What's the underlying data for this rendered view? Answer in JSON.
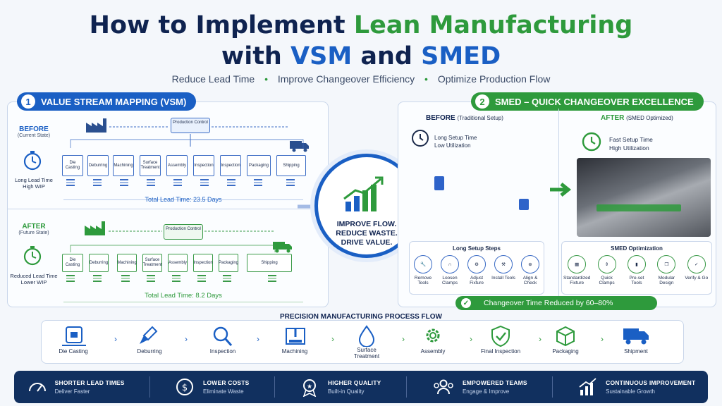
{
  "header": {
    "title_line1_part1": "How to Implement",
    "title_line1_part2": "Lean Manufacturing",
    "title_line2_part1": "with",
    "title_line2_part2": "VSM",
    "title_line2_part3": "and",
    "title_line2_part4": "SMED",
    "subtitle_items": [
      "Reduce Lead Time",
      "Improve Changeover Efficiency",
      "Optimize Production Flow"
    ],
    "subtitle_separator": "•"
  },
  "vsm": {
    "number": "1",
    "heading": "VALUE STREAM MAPPING (VSM)",
    "control_label": "Production Control",
    "before": {
      "label": "BEFORE",
      "sub": "(Current State)",
      "metric_line1": "Long Lead Time",
      "metric_line2": "High WIP",
      "processes": [
        "Die Casting",
        "Deburring",
        "Machining",
        "Surface Treatment",
        "Assembly",
        "Inspection",
        "Inspection",
        "Packaging",
        "Shipping"
      ],
      "total": "Total Lead Time: 23.5 Days"
    },
    "after": {
      "label": "AFTER",
      "sub": "(Future State)",
      "metric_line1": "Reduced Lead Time",
      "metric_line2": "Lower WIP",
      "processes": [
        "Die Casting",
        "Deburring",
        "Machining",
        "Surface Treatment",
        "Assembly",
        "Inspection",
        "Packaging",
        "Shipping"
      ],
      "total": "Total Lead Time: 8.2 Days"
    }
  },
  "center": {
    "line1": "IMPROVE FLOW.",
    "line2": "REDUCE WASTE.",
    "line3": "DRIVE VALUE."
  },
  "smed": {
    "number": "2",
    "heading": "SMED – QUICK CHANGEOVER EXCELLENCE",
    "before": {
      "label": "BEFORE",
      "sub": "(Traditional Setup)",
      "metric_line1": "Long Setup Time",
      "metric_line2": "Low Utilization",
      "steps_title": "Long Setup Steps",
      "steps": [
        "Remove Tools",
        "Loosen Clamps",
        "Adjust Fixture",
        "Install Tools",
        "Align & Check"
      ],
      "step_icons": [
        "wrench-icon",
        "clamp-icon",
        "fixture-icon",
        "tool-icon",
        "target-icon"
      ]
    },
    "after": {
      "label": "AFTER",
      "sub": "(SMED Optimized)",
      "metric_line1": "Fast Setup Time",
      "metric_line2": "High Utilization",
      "steps_title": "SMED Optimization",
      "steps": [
        "Standardized Fixture",
        "Quick Clamps",
        "Pre-set Tools",
        "Modular Design",
        "Verify & Go"
      ],
      "step_icons": [
        "grid-icon",
        "quick-clamp-icon",
        "preset-tool-icon",
        "cubes-icon",
        "check-circle-icon"
      ]
    },
    "result": "Changeover Time Reduced by 60–80%"
  },
  "flow": {
    "title": "PRECISION MANUFACTURING PROCESS FLOW",
    "items": [
      "Die Casting",
      "Deburring",
      "Inspection",
      "Machining",
      "Surface Treatment",
      "Assembly",
      "Final Inspection",
      "Packaging",
      "Shipment"
    ],
    "icons": [
      "die-casting-icon",
      "brush-icon",
      "magnifier-icon",
      "cnc-machine-icon",
      "droplet-icon",
      "gear-icon",
      "shield-check-icon",
      "box-icon",
      "truck-icon"
    ]
  },
  "benefits": [
    {
      "title": "SHORTER LEAD TIMES",
      "sub": "Deliver Faster",
      "icon": "speedometer-icon"
    },
    {
      "title": "LOWER COSTS",
      "sub": "Eliminate Waste",
      "icon": "dollar-icon"
    },
    {
      "title": "HIGHER QUALITY",
      "sub": "Built-in Quality",
      "icon": "medal-icon"
    },
    {
      "title": "EMPOWERED TEAMS",
      "sub": "Engage & Improve",
      "icon": "team-icon"
    },
    {
      "title": "CONTINUOUS IMPROVEMENT",
      "sub": "Sustainable Growth",
      "icon": "growth-chart-icon"
    }
  ],
  "colors": {
    "navy": "#0f2350",
    "green": "#2e9a3c",
    "blue": "#1a5fc4",
    "bottom_bar": "#11305f"
  }
}
